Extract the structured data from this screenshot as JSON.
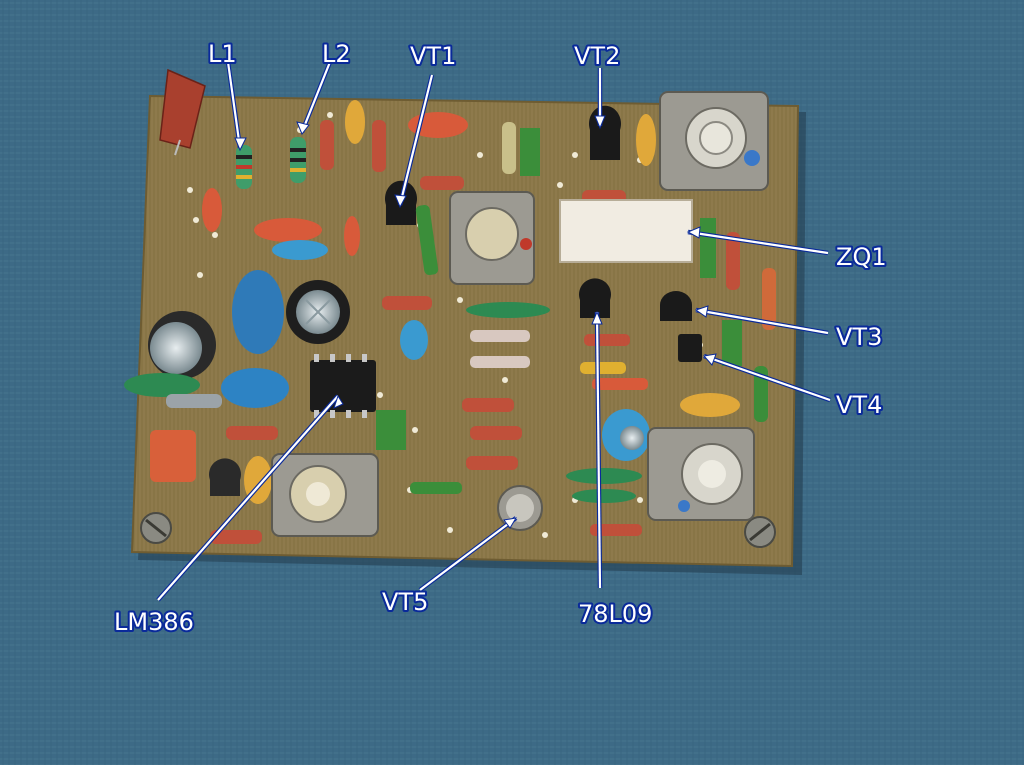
{
  "photo": {
    "subject": "pcb-with-components",
    "colors": {
      "background": "#3d6a86",
      "board": "#8e7a4c",
      "label_text": "#ffffff",
      "label_outline": "#0a2a9a"
    }
  },
  "labels": {
    "l1": "L1",
    "l2": "L2",
    "vt1": "VT1",
    "vt2": "VT2",
    "zq1": "ZQ1",
    "vt3": "VT3",
    "vt4": "VT4",
    "lm386": "LM386",
    "vt5": "VT5",
    "r78l09": "78L09"
  }
}
